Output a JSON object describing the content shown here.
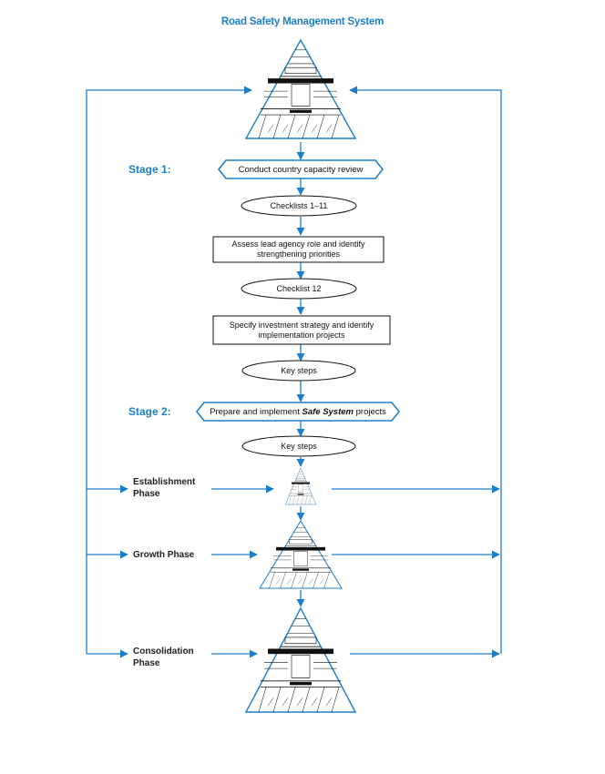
{
  "title": "Road Safety Management System",
  "stages": {
    "stage1_label": "Stage 1:",
    "stage2_label": "Stage 2:"
  },
  "nodes": {
    "capacity_review": "Conduct country capacity review",
    "checklists_1_11": "Checklists 1–11",
    "assess_lead_agency": "Assess lead agency role and identify strengthening priorities",
    "checklist_12": "Checklist 12",
    "investment_strategy": "Specify investment strategy and identify implementation projects",
    "key_steps_1": "Key steps",
    "prepare_implement_prefix": "Prepare and implement ",
    "prepare_implement_italic": "Safe System",
    "prepare_implement_suffix": " projects",
    "key_steps_2": "Key steps"
  },
  "phases": {
    "establishment_line1": "Establishment",
    "establishment_line2": "Phase",
    "growth": "Growth Phase",
    "consolidation_line1": "Consolidation",
    "consolidation_line2": "Phase"
  },
  "colors": {
    "accent": "#1e7fc9",
    "stroke": "#111111"
  }
}
